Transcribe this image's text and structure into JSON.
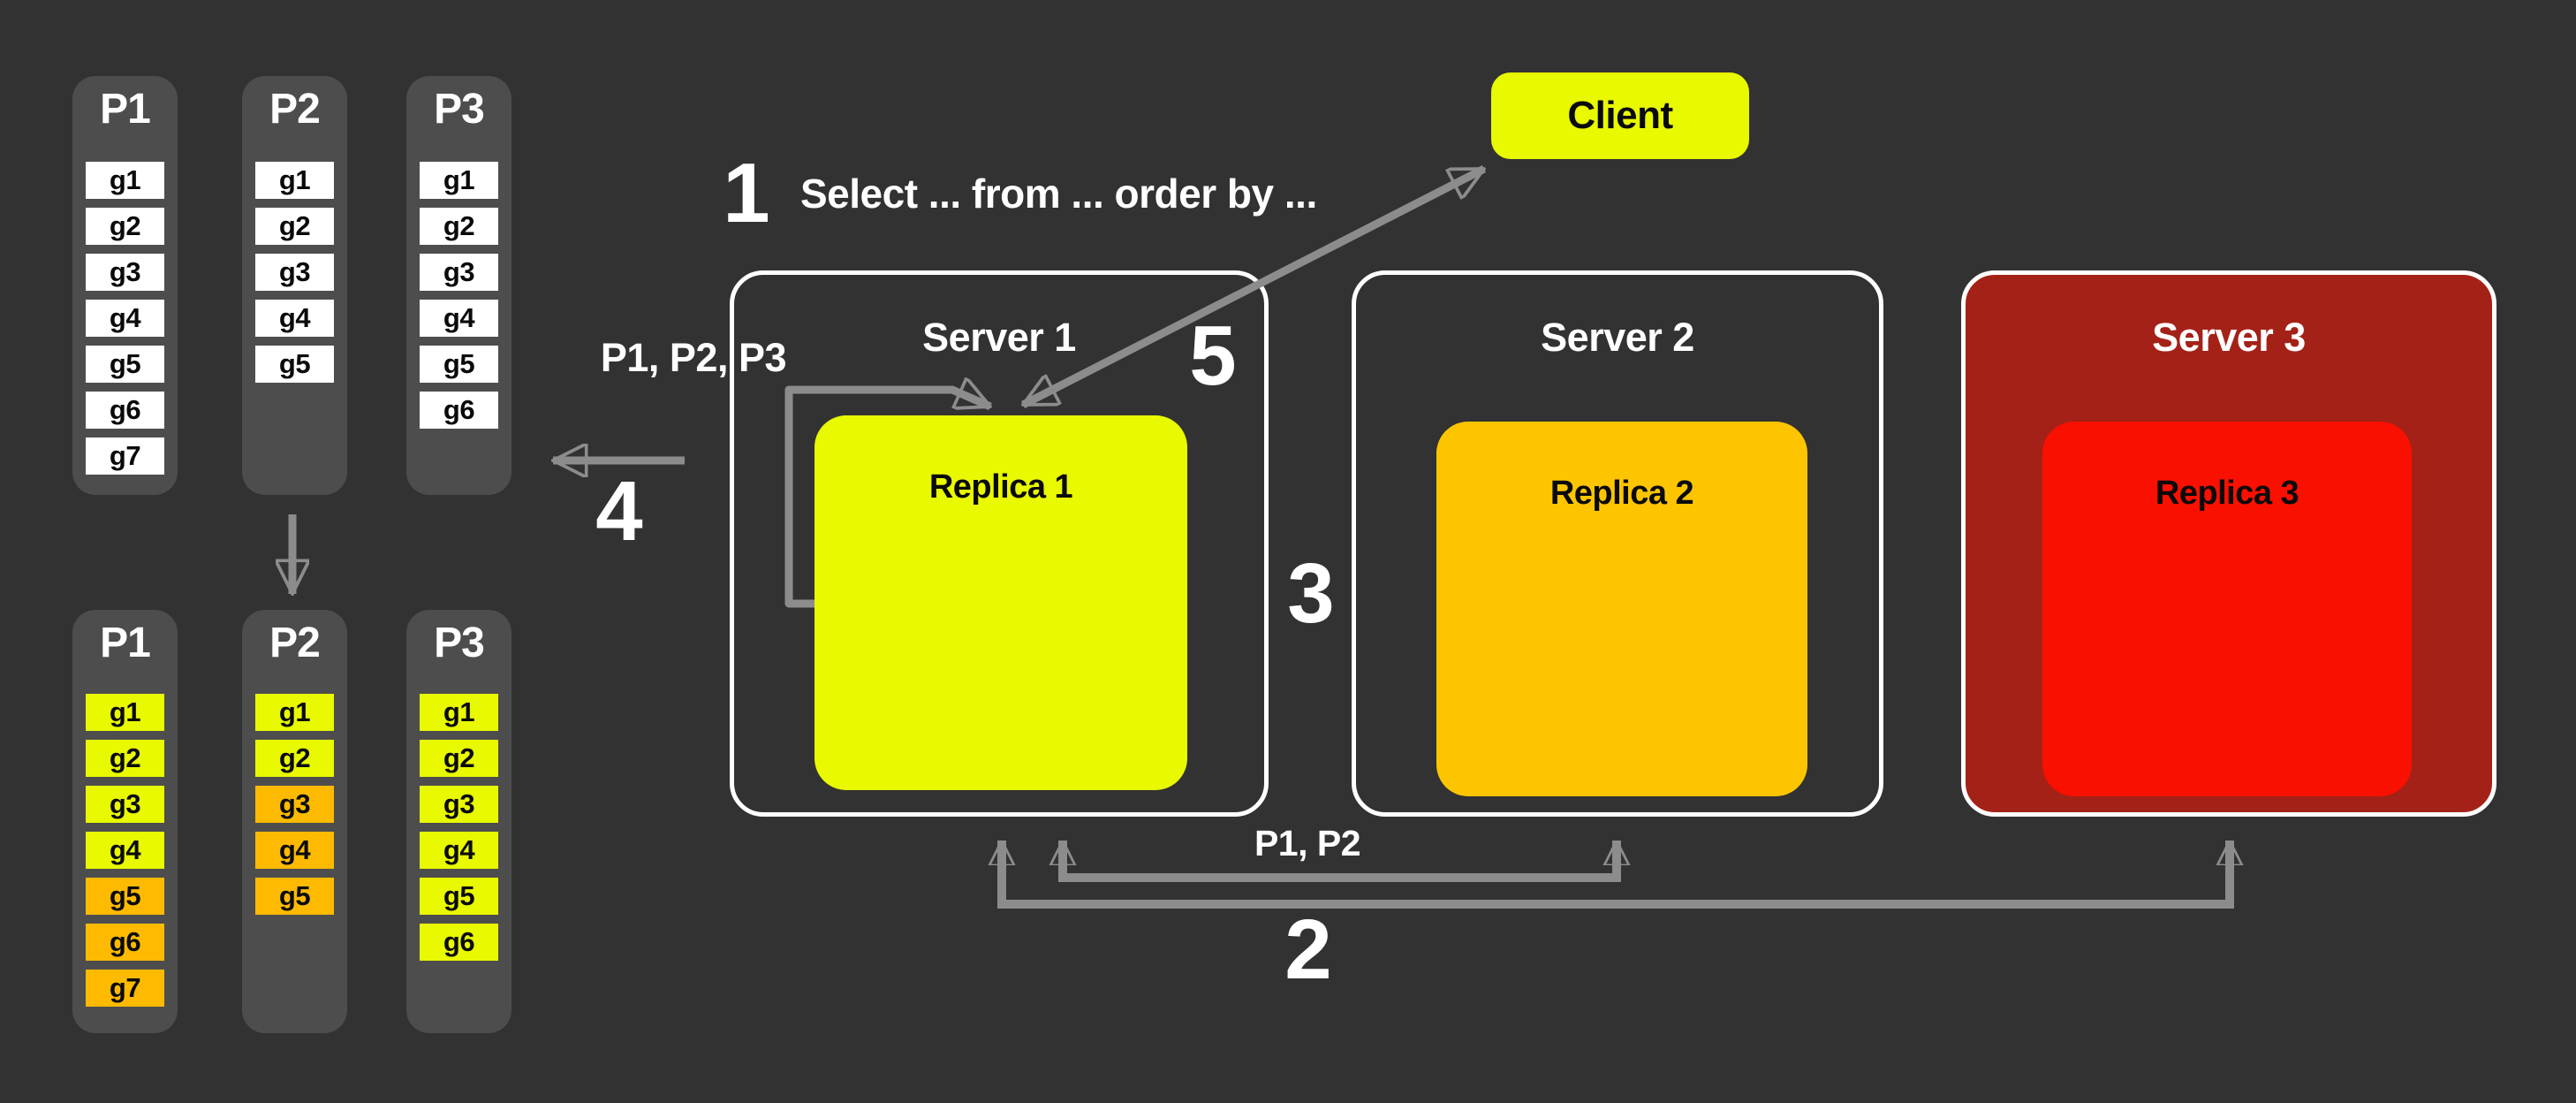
{
  "palette": {
    "background": "#323232",
    "panel_gray": "#4d4d4d",
    "white": "#ffffff",
    "yellow": "#e9f900",
    "orange": "#fdba00",
    "amber": "#fdc500",
    "red": "#fa1000",
    "dark_red": "#a42118",
    "arrow_gray": "#8c8c8c",
    "arrow_head_dark": "#6f6f6f"
  },
  "client": {
    "label": "Client"
  },
  "annotations": {
    "step1_number": "1",
    "query_text": "Select ... from ... order by ...",
    "step2_number": "2",
    "step3_number": "3",
    "step4_number": "4",
    "step5_number": "5",
    "server1_partitions_label": "P1, P2, P3",
    "scatter_partitions_label": "P1, P2"
  },
  "servers": [
    {
      "title": "Server 1",
      "variant": "plain",
      "replica": {
        "label": "Replica 1",
        "variant": "yellow"
      }
    },
    {
      "title": "Server 2",
      "variant": "plain",
      "replica": {
        "label": "Replica 2",
        "variant": "amber"
      }
    },
    {
      "title": "Server 3",
      "variant": "dark_red",
      "replica": {
        "label": "Replica 3",
        "variant": "red"
      }
    }
  ],
  "partitions_before": {
    "columns": [
      {
        "title": "P1",
        "cells": [
          {
            "label": "g1",
            "variant": "white"
          },
          {
            "label": "g2",
            "variant": "white"
          },
          {
            "label": "g3",
            "variant": "white"
          },
          {
            "label": "g4",
            "variant": "white"
          },
          {
            "label": "g5",
            "variant": "white"
          },
          {
            "label": "g6",
            "variant": "white"
          },
          {
            "label": "g7",
            "variant": "white"
          }
        ]
      },
      {
        "title": "P2",
        "cells": [
          {
            "label": "g1",
            "variant": "white"
          },
          {
            "label": "g2",
            "variant": "white"
          },
          {
            "label": "g3",
            "variant": "white"
          },
          {
            "label": "g4",
            "variant": "white"
          },
          {
            "label": "g5",
            "variant": "white"
          }
        ]
      },
      {
        "title": "P3",
        "cells": [
          {
            "label": "g1",
            "variant": "white"
          },
          {
            "label": "g2",
            "variant": "white"
          },
          {
            "label": "g3",
            "variant": "white"
          },
          {
            "label": "g4",
            "variant": "white"
          },
          {
            "label": "g5",
            "variant": "white"
          },
          {
            "label": "g6",
            "variant": "white"
          }
        ]
      }
    ]
  },
  "partitions_after": {
    "columns": [
      {
        "title": "P1",
        "cells": [
          {
            "label": "g1",
            "variant": "yellow"
          },
          {
            "label": "g2",
            "variant": "yellow"
          },
          {
            "label": "g3",
            "variant": "yellow"
          },
          {
            "label": "g4",
            "variant": "yellow"
          },
          {
            "label": "g5",
            "variant": "orange"
          },
          {
            "label": "g6",
            "variant": "orange"
          },
          {
            "label": "g7",
            "variant": "orange"
          }
        ]
      },
      {
        "title": "P2",
        "cells": [
          {
            "label": "g1",
            "variant": "yellow"
          },
          {
            "label": "g2",
            "variant": "yellow"
          },
          {
            "label": "g3",
            "variant": "orange"
          },
          {
            "label": "g4",
            "variant": "orange"
          },
          {
            "label": "g5",
            "variant": "orange"
          }
        ]
      },
      {
        "title": "P3",
        "cells": [
          {
            "label": "g1",
            "variant": "yellow"
          },
          {
            "label": "g2",
            "variant": "yellow"
          },
          {
            "label": "g3",
            "variant": "yellow"
          },
          {
            "label": "g4",
            "variant": "yellow"
          },
          {
            "label": "g5",
            "variant": "yellow"
          },
          {
            "label": "g6",
            "variant": "yellow"
          }
        ]
      }
    ]
  }
}
